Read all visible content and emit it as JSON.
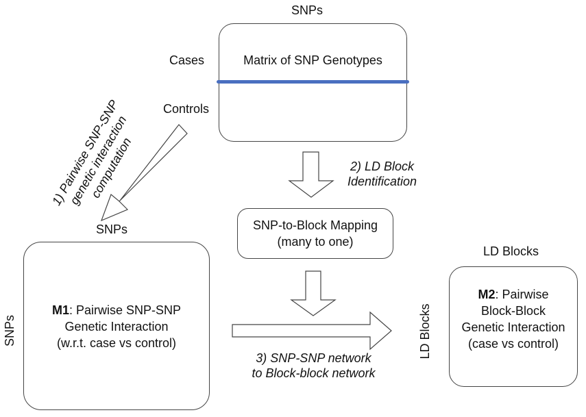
{
  "matrix": {
    "top_label": "SNPs",
    "row_label_cases": "Cases",
    "row_label_controls": "Controls",
    "title": "Matrix of SNP Genotypes",
    "divider_color": "#4a6fc0"
  },
  "step1": {
    "line1": "1) Pairwise SNP-SNP",
    "line2": "genetic interaction",
    "line3": "computation"
  },
  "step2": {
    "line1": "2) LD Block",
    "line2": "Identification"
  },
  "mapping": {
    "line1": "SNP-to-Block Mapping",
    "line2": "(many to one)"
  },
  "step3": {
    "line1": "3) SNP-SNP network",
    "line2": "to Block-block network"
  },
  "m1": {
    "top_label": "SNPs",
    "side_label": "SNPs",
    "bold": "M1",
    "line1_rest": ": Pairwise SNP-SNP",
    "line2": "Genetic Interaction",
    "line3": "(w.r.t. case vs control)"
  },
  "m2": {
    "top_label": "LD Blocks",
    "side_label": "LD Blocks",
    "bold": "M2",
    "line1_rest": ": Pairwise",
    "line2": "Block-Block",
    "line3": "Genetic Interaction",
    "line4": "(case vs control)"
  }
}
